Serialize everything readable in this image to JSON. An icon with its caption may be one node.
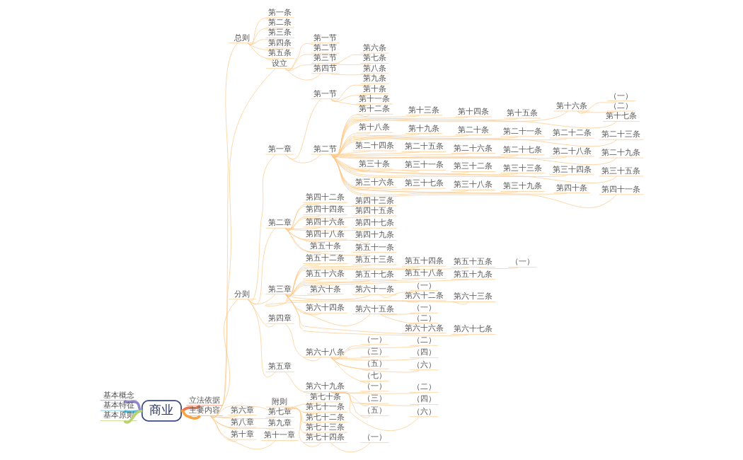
{
  "diagram": {
    "nodes": [
      {
        "text": [
          "商业"
        ]
      },
      {
        "text": [
          "基本概念"
        ]
      },
      {
        "text": [
          "基本特征"
        ]
      },
      {
        "text": [
          "基本原则"
        ]
      },
      {
        "text": [
          "立法依据"
        ]
      },
      {
        "text": [
          "主要内容"
        ]
      },
      {
        "text": [
          "总则"
        ]
      },
      {
        "text": [
          "第一条"
        ]
      },
      {
        "text": [
          "第二条"
        ]
      },
      {
        "text": [
          "第三条"
        ]
      },
      {
        "text": [
          "第四条"
        ]
      },
      {
        "text": [
          "第五条"
        ]
      },
      {
        "text": [
          "设立"
        ]
      },
      {
        "text": [
          "第一节"
        ]
      },
      {
        "text": [
          "第二节"
        ]
      },
      {
        "text": [
          "第三节"
        ]
      },
      {
        "text": [
          "第六条"
        ]
      },
      {
        "text": [
          "第七条"
        ]
      },
      {
        "text": [
          "第四节"
        ]
      },
      {
        "text": [
          "第八条"
        ]
      },
      {
        "text": [
          "分则"
        ]
      },
      {
        "text": [
          "第一章"
        ]
      },
      {
        "text": [
          "第一节"
        ]
      },
      {
        "text": [
          "第九条"
        ]
      },
      {
        "text": [
          "第十条"
        ]
      },
      {
        "text": [
          "第十一条"
        ]
      },
      {
        "text": [
          "第二节"
        ]
      },
      {
        "text": [
          "第十二条"
        ]
      },
      {
        "text": [
          "第十三条"
        ]
      },
      {
        "text": [
          "第十四条"
        ]
      },
      {
        "text": [
          "第十五条"
        ]
      },
      {
        "text": [
          "第十六条"
        ]
      },
      {
        "text": [
          "（一）"
        ]
      },
      {
        "text": [
          "（二）"
        ]
      },
      {
        "text": [
          "第十七条"
        ]
      },
      {
        "text": [
          "第十八条"
        ]
      },
      {
        "text": [
          "第十九条"
        ]
      },
      {
        "text": [
          "第二十条"
        ]
      },
      {
        "text": [
          "第二十一条"
        ]
      },
      {
        "text": [
          "第二十二条"
        ]
      },
      {
        "text": [
          "第二十三条"
        ]
      },
      {
        "text": [
          "第二十四条"
        ]
      },
      {
        "text": [
          "第二十五条"
        ]
      },
      {
        "text": [
          "第二十六条"
        ]
      },
      {
        "text": [
          "第二十七条"
        ]
      },
      {
        "text": [
          "第二十八条"
        ]
      },
      {
        "text": [
          "第二十九条"
        ]
      },
      {
        "text": [
          "第三十条"
        ]
      },
      {
        "text": [
          "第三十一条"
        ]
      },
      {
        "text": [
          "第三十二条"
        ]
      },
      {
        "text": [
          "第三十三条"
        ]
      },
      {
        "text": [
          "第三十四条"
        ]
      },
      {
        "text": [
          "第三十五条"
        ]
      },
      {
        "text": [
          "第三十六条"
        ]
      },
      {
        "text": [
          "第三十七条"
        ]
      },
      {
        "text": [
          "第三十八条"
        ]
      },
      {
        "text": [
          "第三十九条"
        ]
      },
      {
        "text": [
          "第四十条"
        ]
      },
      {
        "text": [
          "第四十一条"
        ]
      },
      {
        "text": [
          "第二章"
        ]
      },
      {
        "text": [
          "第四十二条"
        ]
      },
      {
        "text": [
          "第四十三条"
        ]
      },
      {
        "text": [
          "第四十四条"
        ]
      },
      {
        "text": [
          "第四十五条"
        ]
      },
      {
        "text": [
          "第四十六条"
        ]
      },
      {
        "text": [
          "第四十七条"
        ]
      },
      {
        "text": [
          "第四十八条"
        ]
      },
      {
        "text": [
          "第四十九条"
        ]
      },
      {
        "text": [
          "第五十条"
        ]
      },
      {
        "text": [
          "第五十一条"
        ]
      },
      {
        "text": [
          "第三章"
        ]
      },
      {
        "text": [
          "第五十二条"
        ]
      },
      {
        "text": [
          "第五十三条"
        ]
      },
      {
        "text": [
          "第五十四条"
        ]
      },
      {
        "text": [
          "第五十五条"
        ]
      },
      {
        "text": [
          "（一）"
        ]
      },
      {
        "text": [
          "第五十六条"
        ]
      },
      {
        "text": [
          "第五十七条"
        ]
      },
      {
        "text": [
          "第五十八条"
        ]
      },
      {
        "text": [
          "第五十九条"
        ]
      },
      {
        "text": [
          "第六十条"
        ]
      },
      {
        "text": [
          "第六十一条"
        ]
      },
      {
        "text": [
          "（一）"
        ]
      },
      {
        "text": [
          "第六十二条"
        ]
      },
      {
        "text": [
          "第六十三条"
        ]
      },
      {
        "text": [
          "第六十四条"
        ]
      },
      {
        "text": [
          "第六十五条"
        ]
      },
      {
        "text": [
          "（一）"
        ]
      },
      {
        "text": [
          "（二）"
        ]
      },
      {
        "text": [
          "第六十六条"
        ]
      },
      {
        "text": [
          "第六十七条"
        ]
      },
      {
        "text": [
          "第四章"
        ]
      },
      {
        "text": [
          "第六十八条"
        ]
      },
      {
        "text": [
          "（一）"
        ]
      },
      {
        "text": [
          "（二）"
        ]
      },
      {
        "text": [
          "（三）"
        ]
      },
      {
        "text": [
          "（四）"
        ]
      },
      {
        "text": [
          "（五）"
        ]
      },
      {
        "text": [
          "（六）"
        ]
      },
      {
        "text": [
          "（七）"
        ]
      },
      {
        "text": [
          "第五章"
        ]
      },
      {
        "text": [
          "第六十九条"
        ]
      },
      {
        "text": [
          "（一）"
        ]
      },
      {
        "text": [
          "（二）"
        ]
      },
      {
        "text": [
          "（三）"
        ]
      },
      {
        "text": [
          "（四）"
        ]
      },
      {
        "text": [
          "（五）"
        ]
      },
      {
        "text": [
          "（六）"
        ]
      },
      {
        "text": [
          "附则"
        ]
      },
      {
        "text": [
          "第七十条"
        ]
      },
      {
        "text": [
          "第七十一条"
        ]
      },
      {
        "text": [
          "第七十二条"
        ]
      },
      {
        "text": [
          "第七十三条"
        ]
      },
      {
        "text": [
          "第七十四条"
        ]
      },
      {
        "text": [
          "（一）"
        ]
      },
      {
        "text": [
          "第六章"
        ]
      },
      {
        "text": [
          "第七章"
        ]
      },
      {
        "text": [
          "第八章"
        ]
      },
      {
        "text": [
          "第九章"
        ]
      },
      {
        "text": [
          "第十章"
        ]
      },
      {
        "text": [
          "第十一章"
        ]
      }
    ],
    "edges": [
      {
        "from": 1,
        "to": 0,
        "arrow": "none",
        "style": "thick",
        "color": "#8f87c9"
      },
      {
        "from": 2,
        "to": 0,
        "arrow": "none",
        "style": "thick",
        "color": "#56c2dc"
      },
      {
        "from": 3,
        "to": 0,
        "arrow": "none",
        "style": "thick",
        "color": "#b9d46c"
      },
      {
        "from": 0,
        "to": 4,
        "arrow": "none",
        "style": "thick",
        "color": "#f2744e"
      },
      {
        "from": 0,
        "to": 5,
        "arrow": "none",
        "style": "thick",
        "color": "#f7a443"
      },
      {
        "from": 5,
        "to": 6,
        "arrow": "none"
      },
      {
        "from": 6,
        "to": 7,
        "arrow": "none"
      },
      {
        "from": 6,
        "to": 8,
        "arrow": "none"
      },
      {
        "from": 6,
        "to": 9,
        "arrow": "none"
      },
      {
        "from": 6,
        "to": 10,
        "arrow": "none"
      },
      {
        "from": 6,
        "to": 11,
        "arrow": "none"
      },
      {
        "from": 5,
        "to": 12,
        "arrow": "none"
      },
      {
        "from": 12,
        "to": 13,
        "arrow": "none"
      },
      {
        "from": 12,
        "to": 14,
        "arrow": "none"
      },
      {
        "from": 12,
        "to": 15,
        "arrow": "none"
      },
      {
        "from": 15,
        "to": 16,
        "arrow": "none"
      },
      {
        "from": 15,
        "to": 17,
        "arrow": "none"
      },
      {
        "from": 12,
        "to": 18,
        "arrow": "none"
      },
      {
        "from": 18,
        "to": 19,
        "arrow": "none"
      },
      {
        "from": 5,
        "to": 20,
        "arrow": "none"
      },
      {
        "from": 20,
        "to": 21,
        "arrow": "none"
      },
      {
        "from": 21,
        "to": 22,
        "arrow": "none"
      },
      {
        "from": 22,
        "to": 23,
        "arrow": "none"
      },
      {
        "from": 22,
        "to": 24,
        "arrow": "none"
      },
      {
        "from": 22,
        "to": 25,
        "arrow": "none"
      },
      {
        "from": 21,
        "to": 26,
        "arrow": "none"
      },
      {
        "from": 26,
        "to": 27,
        "arrow": "none"
      },
      {
        "from": 26,
        "to": 28,
        "arrow": "none"
      },
      {
        "from": 26,
        "to": 29,
        "arrow": "none"
      },
      {
        "from": 26,
        "to": 30,
        "arrow": "none"
      },
      {
        "from": 26,
        "to": 31,
        "arrow": "none"
      },
      {
        "from": 31,
        "to": 32,
        "arrow": "none"
      },
      {
        "from": 31,
        "to": 33,
        "arrow": "none"
      },
      {
        "from": 26,
        "to": 34,
        "arrow": "none"
      },
      {
        "from": 26,
        "to": 35,
        "arrow": "none"
      },
      {
        "from": 26,
        "to": 36,
        "arrow": "none"
      },
      {
        "from": 26,
        "to": 37,
        "arrow": "none"
      },
      {
        "from": 26,
        "to": 38,
        "arrow": "none"
      },
      {
        "from": 26,
        "to": 39,
        "arrow": "none"
      },
      {
        "from": 26,
        "to": 40,
        "arrow": "none"
      },
      {
        "from": 26,
        "to": 41,
        "arrow": "none"
      },
      {
        "from": 26,
        "to": 42,
        "arrow": "none"
      },
      {
        "from": 26,
        "to": 43,
        "arrow": "none"
      },
      {
        "from": 26,
        "to": 44,
        "arrow": "none"
      },
      {
        "from": 26,
        "to": 45,
        "arrow": "none"
      },
      {
        "from": 26,
        "to": 46,
        "arrow": "none"
      },
      {
        "from": 26,
        "to": 47,
        "arrow": "none"
      },
      {
        "from": 26,
        "to": 48,
        "arrow": "none"
      },
      {
        "from": 26,
        "to": 49,
        "arrow": "none"
      },
      {
        "from": 26,
        "to": 50,
        "arrow": "none"
      },
      {
        "from": 26,
        "to": 51,
        "arrow": "none"
      },
      {
        "from": 26,
        "to": 52,
        "arrow": "none"
      },
      {
        "from": 26,
        "to": 53,
        "arrow": "none"
      },
      {
        "from": 26,
        "to": 54,
        "arrow": "none"
      },
      {
        "from": 26,
        "to": 55,
        "arrow": "none"
      },
      {
        "from": 26,
        "to": 56,
        "arrow": "none"
      },
      {
        "from": 26,
        "to": 57,
        "arrow": "none"
      },
      {
        "from": 26,
        "to": 58,
        "arrow": "none"
      },
      {
        "from": 20,
        "to": 59,
        "arrow": "none"
      },
      {
        "from": 59,
        "to": 60,
        "arrow": "none"
      },
      {
        "from": 59,
        "to": 61,
        "arrow": "none"
      },
      {
        "from": 59,
        "to": 62,
        "arrow": "none"
      },
      {
        "from": 59,
        "to": 63,
        "arrow": "none"
      },
      {
        "from": 59,
        "to": 64,
        "arrow": "none"
      },
      {
        "from": 59,
        "to": 65,
        "arrow": "none"
      },
      {
        "from": 59,
        "to": 66,
        "arrow": "none"
      },
      {
        "from": 59,
        "to": 67,
        "arrow": "none"
      },
      {
        "from": 59,
        "to": 68,
        "arrow": "none"
      },
      {
        "from": 59,
        "to": 69,
        "arrow": "none"
      },
      {
        "from": 20,
        "to": 70,
        "arrow": "none"
      },
      {
        "from": 70,
        "to": 71,
        "arrow": "none"
      },
      {
        "from": 70,
        "to": 72,
        "arrow": "none"
      },
      {
        "from": 70,
        "to": 73,
        "arrow": "none"
      },
      {
        "from": 70,
        "to": 74,
        "arrow": "none"
      },
      {
        "from": 74,
        "to": 75,
        "arrow": "none"
      },
      {
        "from": 70,
        "to": 76,
        "arrow": "none"
      },
      {
        "from": 70,
        "to": 77,
        "arrow": "none"
      },
      {
        "from": 70,
        "to": 78,
        "arrow": "none"
      },
      {
        "from": 70,
        "to": 79,
        "arrow": "none"
      },
      {
        "from": 70,
        "to": 80,
        "arrow": "none"
      },
      {
        "from": 70,
        "to": 81,
        "arrow": "none"
      },
      {
        "from": 81,
        "to": 82,
        "arrow": "none"
      },
      {
        "from": 70,
        "to": 83,
        "arrow": "none"
      },
      {
        "from": 70,
        "to": 84,
        "arrow": "none"
      },
      {
        "from": 70,
        "to": 85,
        "arrow": "none"
      },
      {
        "from": 70,
        "to": 86,
        "arrow": "none"
      },
      {
        "from": 86,
        "to": 87,
        "arrow": "none"
      },
      {
        "from": 86,
        "to": 88,
        "arrow": "none"
      },
      {
        "from": 70,
        "to": 89,
        "arrow": "none"
      },
      {
        "from": 70,
        "to": 90,
        "arrow": "none"
      },
      {
        "from": 20,
        "to": 91,
        "arrow": "none"
      },
      {
        "from": 91,
        "to": 92,
        "arrow": "none"
      },
      {
        "from": 92,
        "to": 93,
        "arrow": "none"
      },
      {
        "from": 92,
        "to": 94,
        "arrow": "none"
      },
      {
        "from": 92,
        "to": 95,
        "arrow": "none"
      },
      {
        "from": 92,
        "to": 96,
        "arrow": "none"
      },
      {
        "from": 92,
        "to": 97,
        "arrow": "none"
      },
      {
        "from": 92,
        "to": 98,
        "arrow": "none"
      },
      {
        "from": 92,
        "to": 99,
        "arrow": "none"
      },
      {
        "from": 20,
        "to": 100,
        "arrow": "none"
      },
      {
        "from": 100,
        "to": 101,
        "arrow": "none"
      },
      {
        "from": 101,
        "to": 102,
        "arrow": "none"
      },
      {
        "from": 101,
        "to": 103,
        "arrow": "none"
      },
      {
        "from": 101,
        "to": 104,
        "arrow": "none"
      },
      {
        "from": 101,
        "to": 105,
        "arrow": "none"
      },
      {
        "from": 101,
        "to": 106,
        "arrow": "none"
      },
      {
        "from": 101,
        "to": 107,
        "arrow": "none"
      },
      {
        "from": 5,
        "to": 108,
        "arrow": "none"
      },
      {
        "from": 108,
        "to": 109,
        "arrow": "none"
      },
      {
        "from": 108,
        "to": 110,
        "arrow": "none"
      },
      {
        "from": 108,
        "to": 111,
        "arrow": "none"
      },
      {
        "from": 108,
        "to": 112,
        "arrow": "none"
      },
      {
        "from": 108,
        "to": 113,
        "arrow": "none"
      },
      {
        "from": 113,
        "to": 114,
        "arrow": "none"
      },
      {
        "from": 5,
        "to": 115,
        "arrow": "none"
      },
      {
        "from": 5,
        "to": 116,
        "arrow": "none"
      },
      {
        "from": 5,
        "to": 117,
        "arrow": "none"
      },
      {
        "from": 5,
        "to": 118,
        "arrow": "none"
      },
      {
        "from": 5,
        "to": 119,
        "arrow": "none"
      },
      {
        "from": 5,
        "to": 120,
        "arrow": "none"
      }
    ]
  }
}
